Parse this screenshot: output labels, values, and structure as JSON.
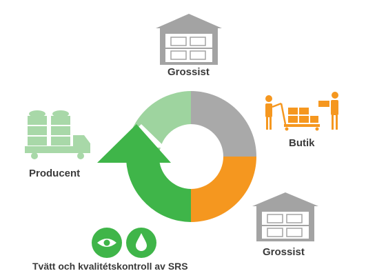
{
  "labels": {
    "grossist_top": "Grossist",
    "butik": "Butik",
    "producent": "Producent",
    "grossist_bottom": "Grossist",
    "caption": "Tvätt och kvalitétskontroll av SRS"
  },
  "colors": {
    "light_green": "#9ed49f",
    "gray": "#a9a9a9",
    "orange": "#f5971f",
    "green": "#3fb549",
    "building_gray": "#a3a3a3",
    "icon_orange": "#f5971f",
    "producer_green": "#a8d8a8"
  },
  "icons": {
    "warehouse_top": "warehouse-icon",
    "shop": "shop-workers-icon",
    "producer": "truck-with-crates-icon",
    "warehouse_bottom": "warehouse-icon",
    "inspection": "eye-icon",
    "washing": "water-drop-icon"
  }
}
